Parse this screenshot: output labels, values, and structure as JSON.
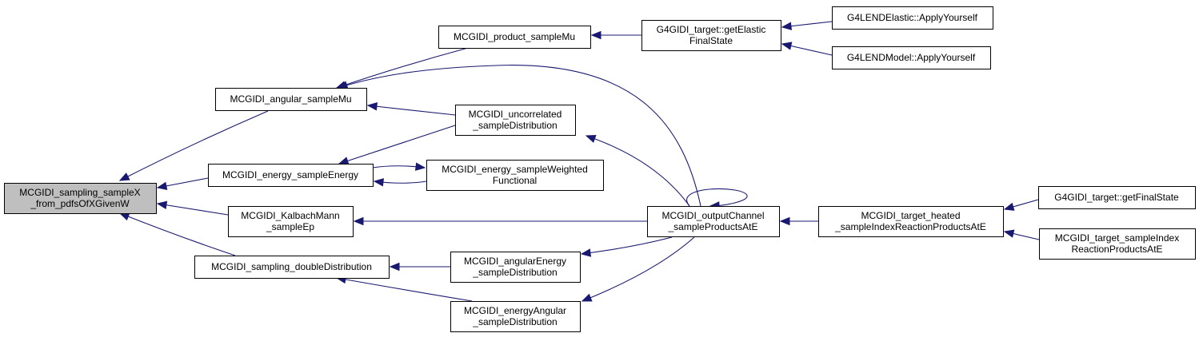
{
  "diagram": {
    "type": "call-graph",
    "edge_color": "#191970",
    "root_fill": "#bfbfbf",
    "node_fill": "#ffffff",
    "nodes": {
      "root": {
        "lines": [
          "MCGIDI_sampling_sampleX",
          "_from_pdfsOfXGivenW"
        ]
      },
      "angMu": {
        "lines": [
          "MCGIDI_angular_sampleMu"
        ]
      },
      "energy": {
        "lines": [
          "MCGIDI_energy_sampleEnergy"
        ]
      },
      "kalbach": {
        "lines": [
          "MCGIDI_KalbachMann",
          "_sampleEp"
        ]
      },
      "dbl": {
        "lines": [
          "MCGIDI_sampling_doubleDistribution"
        ]
      },
      "prodMu": {
        "lines": [
          "MCGIDI_product_sampleMu"
        ]
      },
      "uncorr": {
        "lines": [
          "MCGIDI_uncorrelated",
          "_sampleDistribution"
        ]
      },
      "weighted": {
        "lines": [
          "MCGIDI_energy_sampleWeighted",
          "Functional"
        ]
      },
      "angEn": {
        "lines": [
          "MCGIDI_angularEnergy",
          "_sampleDistribution"
        ]
      },
      "enAng": {
        "lines": [
          "MCGIDI_energyAngular",
          "_sampleDistribution"
        ]
      },
      "elastic": {
        "lines": [
          "G4GIDI_target::getElastic",
          "FinalState"
        ]
      },
      "outCh": {
        "lines": [
          "MCGIDI_outputChannel",
          "_sampleProductsAtE"
        ]
      },
      "lendEl": {
        "lines": [
          "G4LENDElastic::ApplyYourself"
        ]
      },
      "lendMod": {
        "lines": [
          "G4LENDModel::ApplyYourself"
        ]
      },
      "heated": {
        "lines": [
          "MCGIDI_target_heated",
          "_sampleIndexReactionProductsAtE"
        ]
      },
      "getFinal": {
        "lines": [
          "G4GIDI_target::getFinalState"
        ]
      },
      "tgtIdx": {
        "lines": [
          "MCGIDI_target_sampleIndex",
          "ReactionProductsAtE"
        ]
      }
    },
    "edges": [
      {
        "from": "angMu",
        "to": "root"
      },
      {
        "from": "energy",
        "to": "root"
      },
      {
        "from": "kalbach",
        "to": "root"
      },
      {
        "from": "dbl",
        "to": "root"
      },
      {
        "from": "prodMu",
        "to": "angMu"
      },
      {
        "from": "outCh",
        "to": "angMu"
      },
      {
        "from": "uncorr",
        "to": "angMu"
      },
      {
        "from": "uncorr",
        "to": "energy"
      },
      {
        "from": "weighted",
        "to": "energy"
      },
      {
        "from": "energy",
        "to": "weighted"
      },
      {
        "from": "outCh",
        "to": "kalbach"
      },
      {
        "from": "angEn",
        "to": "dbl"
      },
      {
        "from": "enAng",
        "to": "dbl"
      },
      {
        "from": "elastic",
        "to": "prodMu"
      },
      {
        "from": "lendEl",
        "to": "elastic"
      },
      {
        "from": "lendMod",
        "to": "elastic"
      },
      {
        "from": "outCh",
        "to": "uncorr"
      },
      {
        "from": "outCh",
        "to": "angEn"
      },
      {
        "from": "outCh",
        "to": "enAng"
      },
      {
        "from": "outCh",
        "to": "outCh"
      },
      {
        "from": "heated",
        "to": "outCh"
      },
      {
        "from": "getFinal",
        "to": "heated"
      },
      {
        "from": "tgtIdx",
        "to": "heated"
      }
    ]
  }
}
